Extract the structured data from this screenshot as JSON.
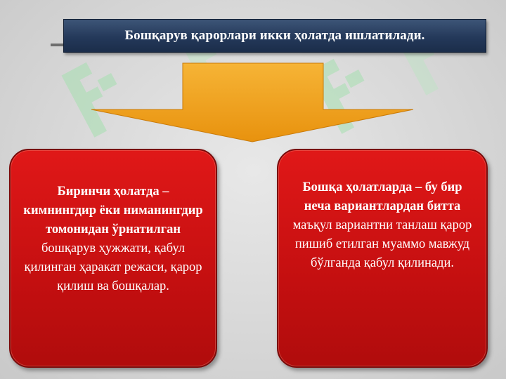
{
  "banner": {
    "title": "Бошқарув қарорлари икки ҳолатда ишлатилади."
  },
  "left_box": {
    "bold_text": "Биринчи ҳолатда – кимнингдир ёки нимaнингдир томонидан ўрнатилган",
    "regular_text": "бошқарув ҳужжати, қабул қилинган ҳаракат режаси, қарор қилиш ва бошқалар."
  },
  "right_box": {
    "bold_text": "Бошқа ҳолатларда – бу бир неча вариантлардан битта",
    "regular_text": "маъқул вариантни танлаш қарор пишиб етилган муаммо мавжуд бўлганда қабул қилинади."
  },
  "colors": {
    "banner": "#24395a",
    "arrow": "#f0a21a",
    "box": "#d01414"
  },
  "icons": {
    "arrow": "down-arrow-icon",
    "watermark": "watermark-logo-icon"
  }
}
